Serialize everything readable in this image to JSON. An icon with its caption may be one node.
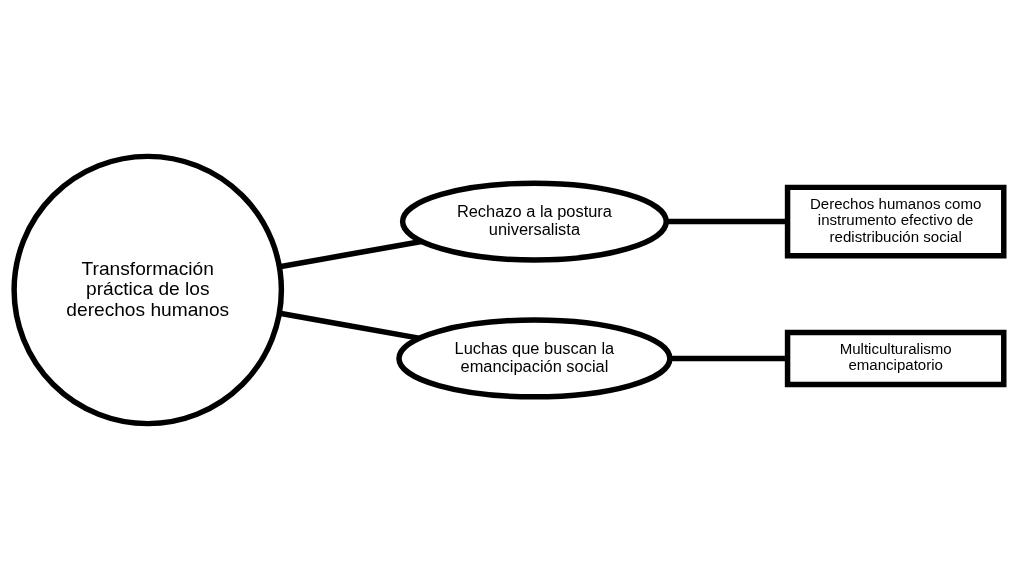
{
  "diagram": {
    "nodes": [
      {
        "text": [
          "Transformación práctica de los derechos humanos"
        ]
      },
      {
        "text": [
          "Rechazo a la postura universalista"
        ]
      },
      {
        "text": [
          "Luchas que buscan la emancipación social"
        ]
      },
      {
        "text": [
          "Derechos humanos como instrumento efectivo de redistribución social"
        ]
      },
      {
        "text": [
          "Multiculturalismo emancipatorio"
        ]
      }
    ],
    "edges": [
      {
        "from": 0,
        "to": 1,
        "arrow": "none"
      },
      {
        "from": 0,
        "to": 2,
        "arrow": "none"
      },
      {
        "from": 1,
        "to": 3,
        "arrow": "none"
      },
      {
        "from": 2,
        "to": 4,
        "arrow": "none"
      }
    ]
  }
}
